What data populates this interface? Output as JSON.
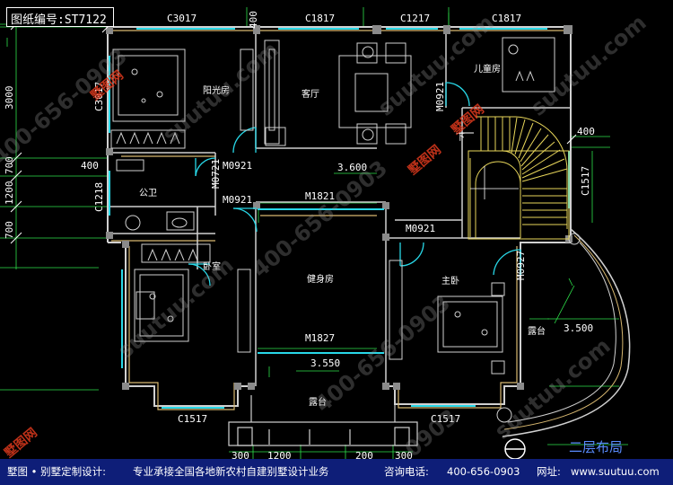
{
  "title": "图纸编号:ST7122",
  "floor_label": "二层布局",
  "footer": {
    "part1": "墅图 • 别墅定制设计:",
    "part2": "专业承接全国各地新农村自建别墅设计业务",
    "part3": "咨询电话:",
    "phone": "400-656-0903",
    "part4": "网址:",
    "url": "www.suutuu.com"
  },
  "rooms": {
    "sunroom": "阳光房",
    "living": "客厅",
    "kids": "儿童房",
    "bath": "公卫",
    "gym": "健身房",
    "bedroom": "卧室",
    "master": "主卧",
    "terrace_left": "露台",
    "terrace_right": "露台"
  },
  "windows": {
    "c3017_top": "C3017",
    "c3017_side": "C3017",
    "c1817_mid": "C1817",
    "c1217": "C1217",
    "c1817_right": "C1817",
    "c1218": "C1218",
    "c1517_right": "C1517",
    "c1517_bl": "C1517",
    "c1517_br": "C1517"
  },
  "doors": {
    "m0921_a": "M0921",
    "m0921_b": "M0921",
    "m0921_c": "M0921",
    "m0921_d": "M0921",
    "m0927": "M0927",
    "m0721": "M0721",
    "m1821": "M1821",
    "m1827": "M1827"
  },
  "elevations": {
    "e3600": "3.600",
    "e3550": "3.550",
    "e3500": "3.500"
  },
  "dimensions": {
    "left_3000": "3000",
    "left_700a": "700",
    "left_1200": "1200",
    "left_700b": "700",
    "top_400": "400",
    "mid_400": "400",
    "right_400": "400",
    "bot_300a": "300",
    "bot_1200": "1200",
    "bot_200": "200",
    "bot_300b": "300"
  },
  "stair_label": "下",
  "watermarks": {
    "w1": "suutuu.com",
    "w2": "400-656-0903",
    "w3": "suutuu.com",
    "w4": "400-656-0903",
    "w5": "400-656-0903",
    "w6": "suutuu.com",
    "w7": "suutuu.com",
    "w8": "suutuu.com",
    "w9": "0903",
    "logo1": "墅图网",
    "logo2": "墅图网",
    "logo3": "墅图网",
    "logo4": "墅图网"
  },
  "colors": {
    "wall": "#d0d0d0",
    "beige": "#d8b870",
    "window": "#28d8e8",
    "door": "#28d8e8",
    "green": "#2ee04a",
    "stair": "#e8d65a",
    "text": "#ffffff",
    "footer_bg": "#0e1e78",
    "floor_label": "#5a8cff"
  }
}
